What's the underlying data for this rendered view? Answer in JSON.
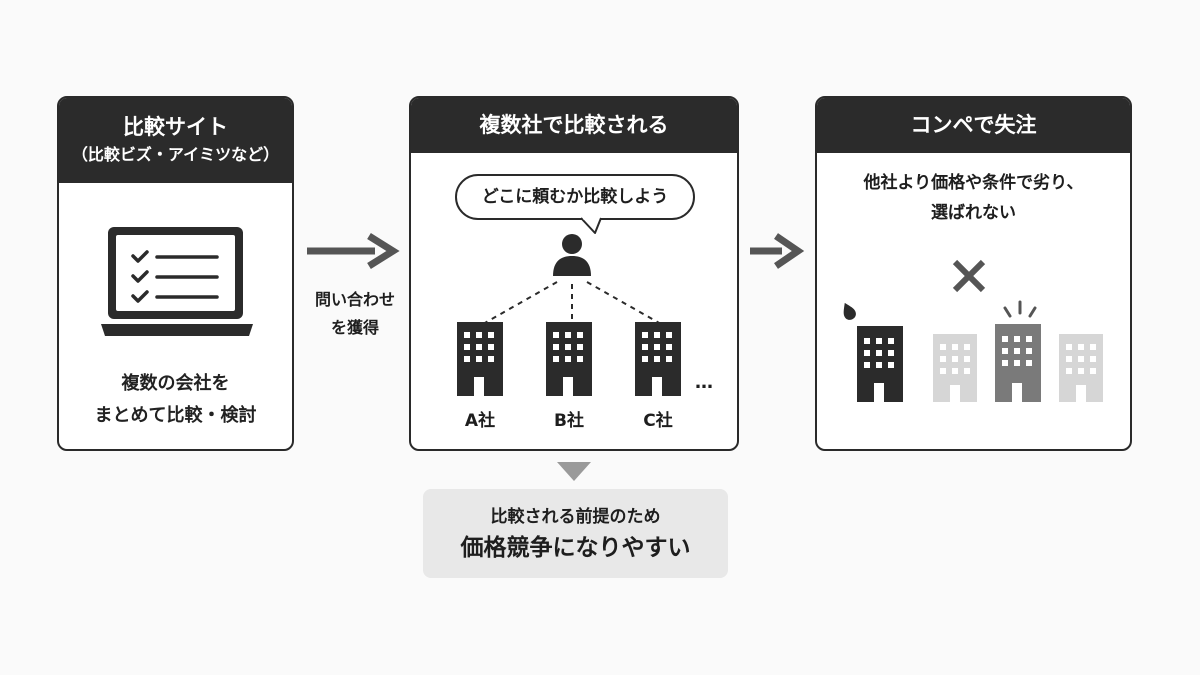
{
  "step1": {
    "title": "比較サイト",
    "subtitle": "（比較ビズ・アイミツなど）",
    "body_line1": "複数の会社を",
    "body_line2": "まとめて比較・検討"
  },
  "arrow1": {
    "label_line1": "問い合わせ",
    "label_line2": "を獲得"
  },
  "step2": {
    "title": "複数社で比較される",
    "bubble": "どこに頼むか比較しよう",
    "companies": [
      "A社",
      "B社",
      "C社"
    ],
    "more": "…"
  },
  "step3": {
    "title": "コンペで失注",
    "body_line1": "他社より価格や条件で劣り、",
    "body_line2": "選ばれない"
  },
  "callout": {
    "line1": "比較される前提のため",
    "line2": "価格競争になりやすい"
  },
  "colors": {
    "dark": "#2b2b2b",
    "mid_gray": "#7a7a7a",
    "light_gray": "#d6d6d6",
    "callout_bg": "#e8e8e8"
  }
}
